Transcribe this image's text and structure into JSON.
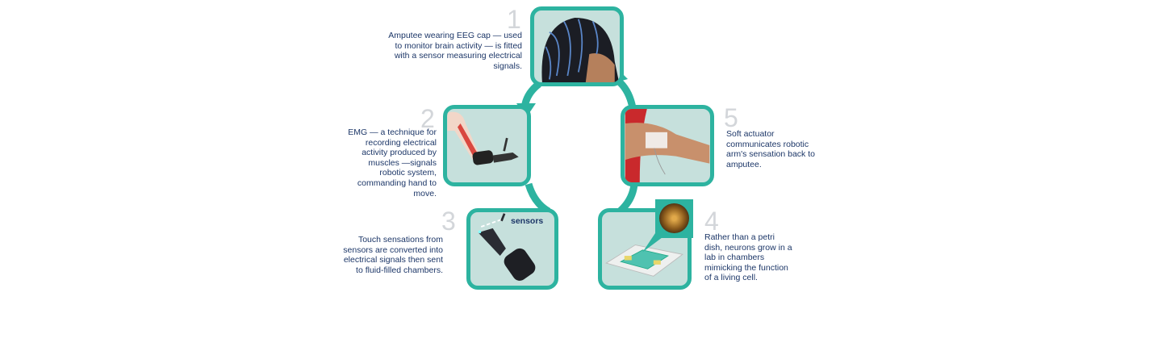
{
  "steps": [
    {
      "number": "1",
      "text": "Amputee wearing EEG cap — used to monitor brain activity — is fitted with a sensor measuring electrical signals.",
      "icon": "eeg-cap-head-image"
    },
    {
      "number": "2",
      "text": "EMG — a technique for recording electrical activity produced by muscles —signals robotic system, commanding hand to move.",
      "icon": "muscle-arm-robotic-hand-image"
    },
    {
      "number": "3",
      "text": "Touch sensations from sensors are converted into electrical signals then sent to fluid-filled chambers.",
      "icon": "robotic-hand-sensors-image",
      "callout": "sensors"
    },
    {
      "number": "4",
      "text": "Rather than a petri dish, neurons grow in a lab in chambers mimicking the function of a living cell.",
      "icon": "neuron-chip-image"
    },
    {
      "number": "5",
      "text": "Soft actuator communicates robotic arm's sensation back to amputee.",
      "icon": "arm-soft-actuator-image"
    }
  ],
  "colors": {
    "accent": "#2db3a0",
    "panel": "#c6e0dc",
    "text": "#1d3768",
    "number": "#d3d6da"
  }
}
